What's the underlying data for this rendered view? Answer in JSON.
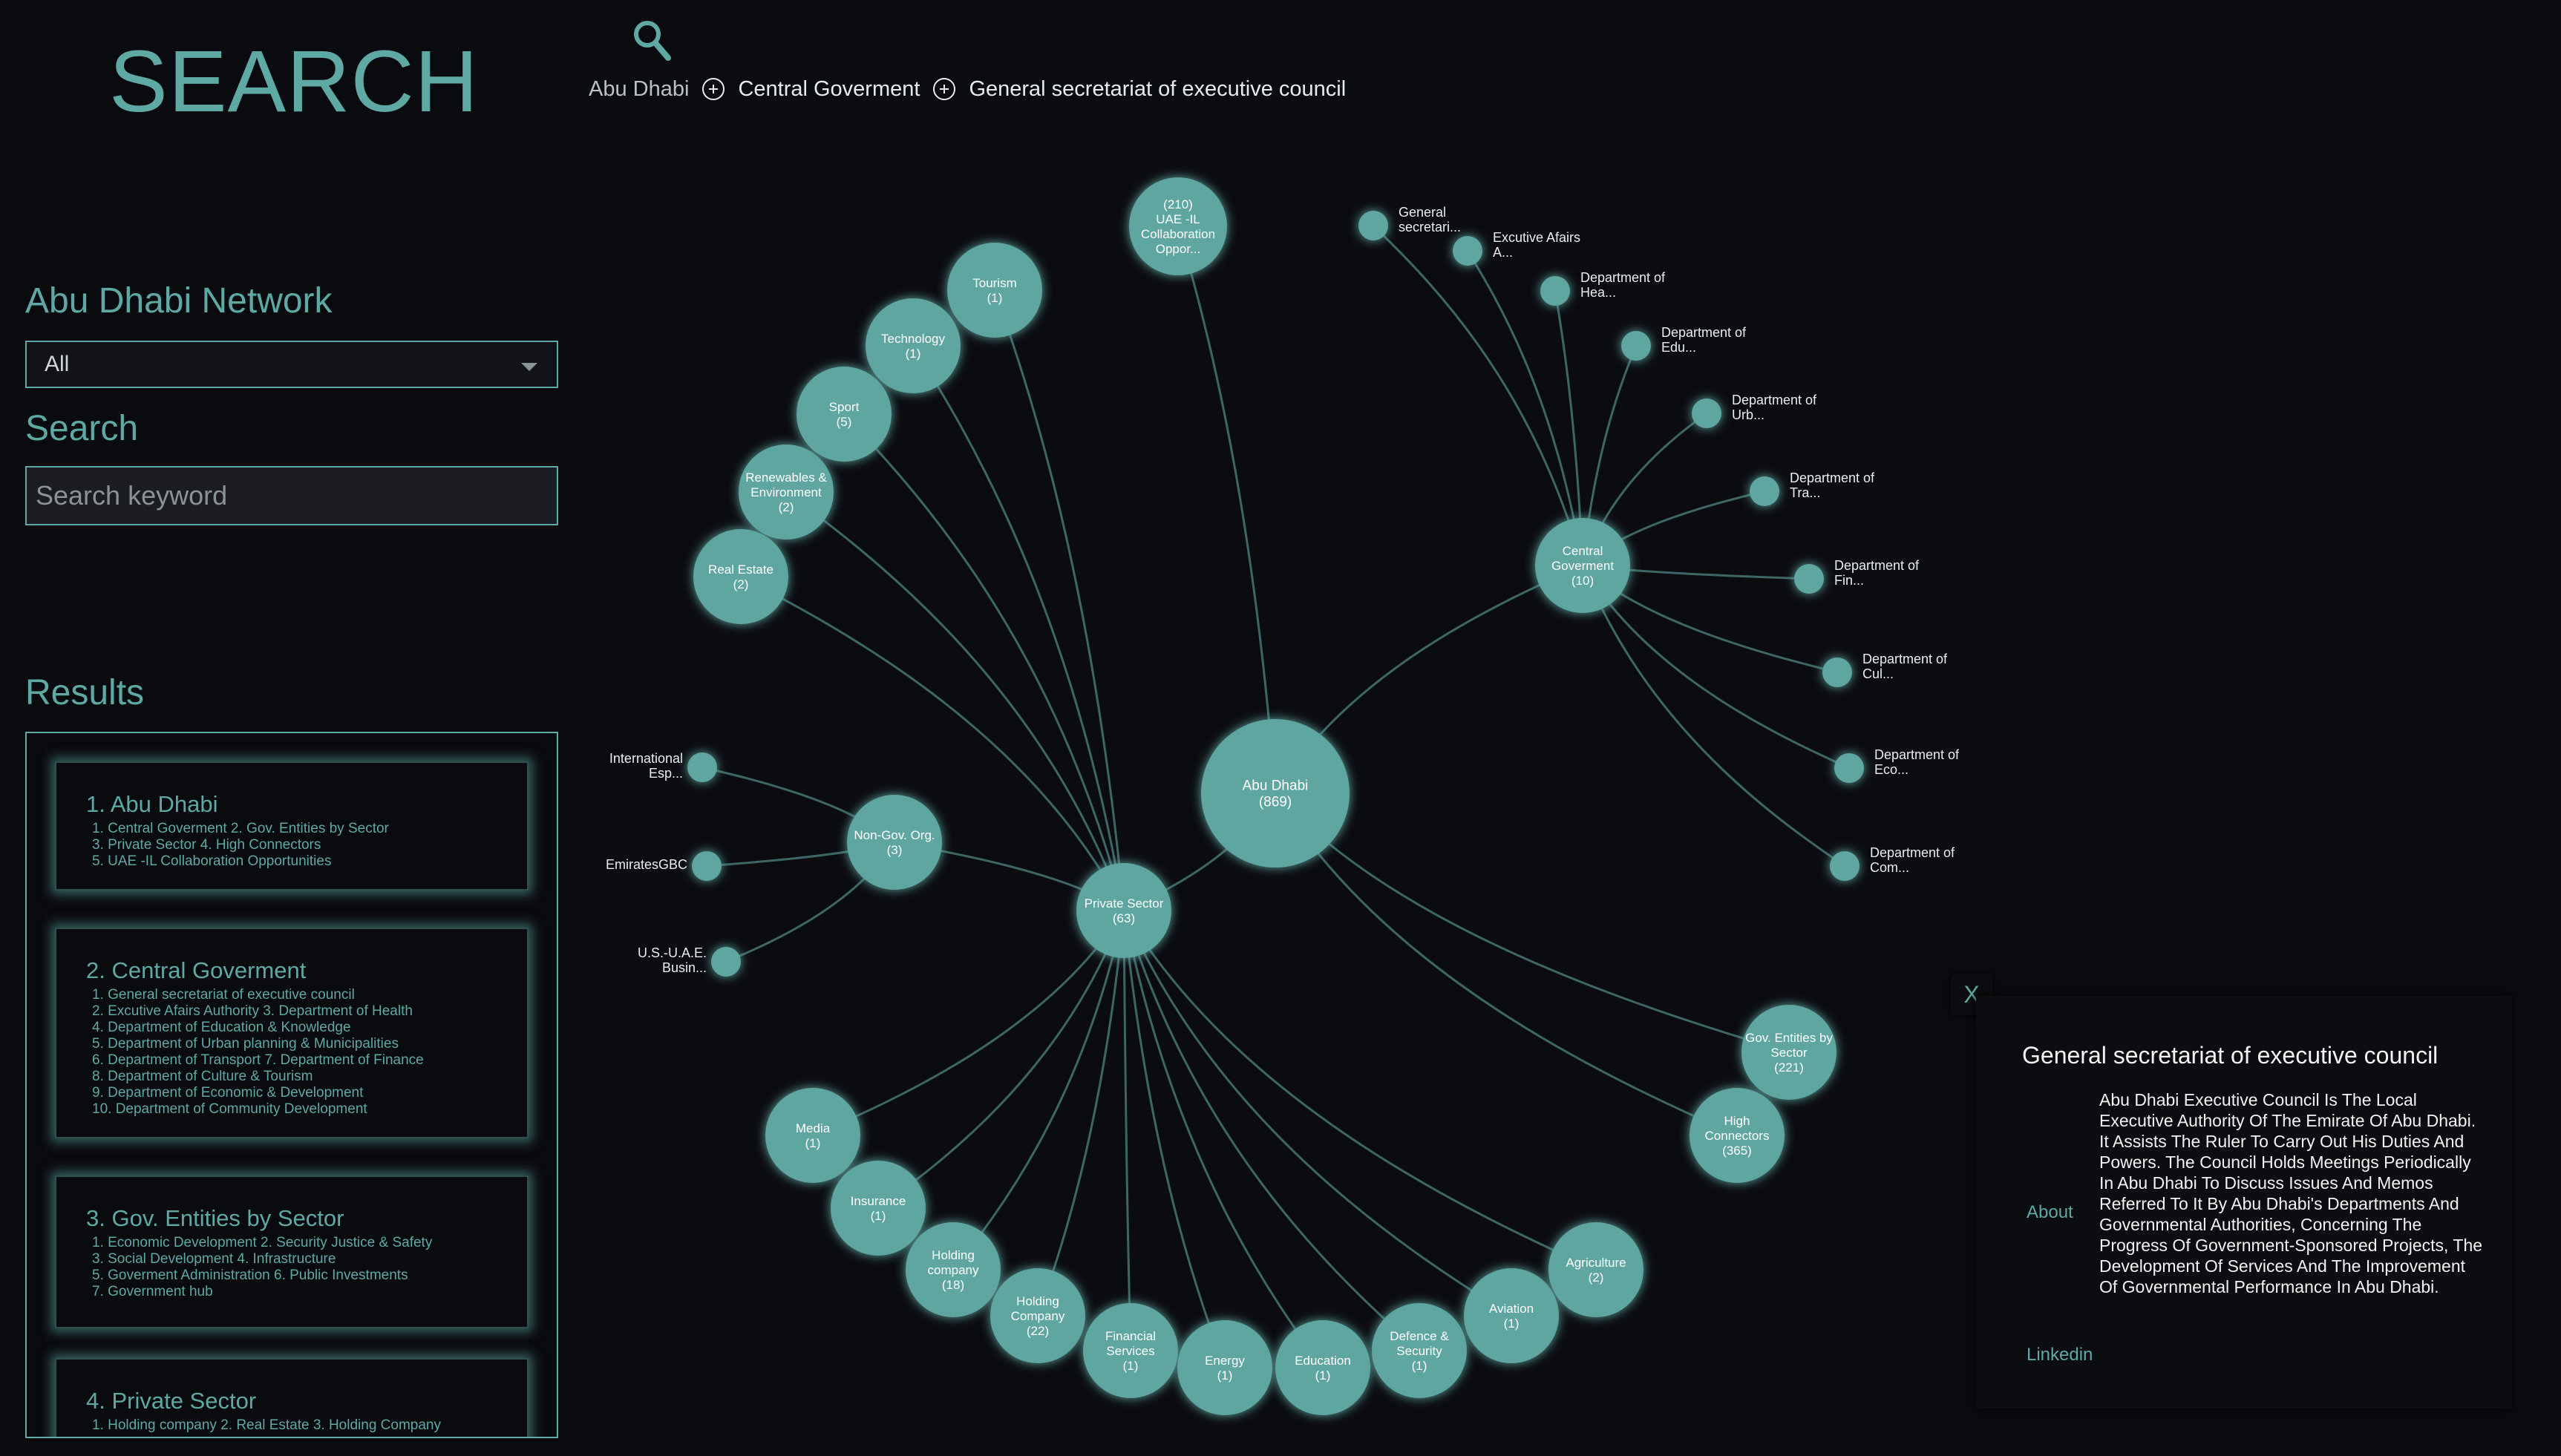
{
  "sidebar": {
    "title": "SEARCH",
    "network_heading": "Abu Dhabi Network",
    "network_select_value": "All",
    "search_heading": "Search",
    "search_placeholder": "Search keyword",
    "results_heading": "Results",
    "results": [
      {
        "title": "1. Abu Dhabi",
        "lines": [
          "1. Central Goverment  2. Gov. Entities by Sector",
          "3. Private Sector  4. High Connectors",
          "5. UAE -IL Collaboration Opportunities"
        ]
      },
      {
        "title": "2. Central Goverment",
        "lines": [
          "1. General secretariat of executive council",
          "2. Excutive Afairs Authority  3. Department of Health",
          "4. Department of Education & Knowledge",
          "5. Department of Urban planning & Municipalities",
          "6. Department of Transport  7. Department of Finance",
          "8. Department of Culture & Tourism",
          "9. Department of Economic & Development",
          "10. Department of Community Development"
        ]
      },
      {
        "title": "3. Gov. Entities by Sector",
        "lines": [
          "1. Economic Development  2. Security Justice & Safety",
          "3. Social Development  4. Infrastructure",
          "5. Goverment Administration  6. Public Investments",
          "7. Government hub"
        ]
      },
      {
        "title": "4. Private Sector",
        "lines": [
          "1. Holding company  2. Real Estate  3. Holding Company"
        ]
      }
    ]
  },
  "breadcrumb": [
    "Abu Dhabi",
    "Central Goverment",
    "General secretariat of executive council"
  ],
  "graph": {
    "colors": {
      "node": "#5fa5a0",
      "node_text": "#ffffff",
      "edge": "#3d6665",
      "label": "#e8eeee"
    },
    "nodes": [
      {
        "id": "abu-dhabi",
        "lines": [
          "Abu Dhabi",
          "(869)"
        ]
      },
      {
        "id": "uae-il",
        "lines": [
          "(210)",
          "UAE -IL",
          "Collaboration",
          "Oppor..."
        ]
      },
      {
        "id": "central-gov",
        "lines": [
          "Central",
          "Goverment",
          "(10)"
        ]
      },
      {
        "id": "private-sector",
        "lines": [
          "Private Sector",
          "(63)"
        ]
      },
      {
        "id": "gov-entities",
        "lines": [
          "Gov. Entities by",
          "Sector",
          "(221)"
        ]
      },
      {
        "id": "high-connectors",
        "lines": [
          "High",
          "Connectors",
          "(365)"
        ]
      },
      {
        "id": "tourism",
        "lines": [
          "Tourism",
          "(1)"
        ]
      },
      {
        "id": "technology",
        "lines": [
          "Technology",
          "(1)"
        ]
      },
      {
        "id": "sport",
        "lines": [
          "Sport",
          "(5)"
        ]
      },
      {
        "id": "renewables",
        "lines": [
          "Renewables &",
          "Environment",
          "(2)"
        ]
      },
      {
        "id": "real-estate",
        "lines": [
          "Real Estate",
          "(2)"
        ]
      },
      {
        "id": "non-gov",
        "lines": [
          "Non-Gov. Org.",
          "(3)"
        ]
      },
      {
        "id": "media",
        "lines": [
          "Media",
          "(1)"
        ]
      },
      {
        "id": "insurance",
        "lines": [
          "Insurance",
          "(1)"
        ]
      },
      {
        "id": "holding-company-18",
        "lines": [
          "Holding",
          "company",
          "(18)"
        ]
      },
      {
        "id": "holding-company-22",
        "lines": [
          "Holding",
          "Company",
          "(22)"
        ]
      },
      {
        "id": "financial-services",
        "lines": [
          "Financial",
          "Services",
          "(1)"
        ]
      },
      {
        "id": "energy",
        "lines": [
          "Energy",
          "(1)"
        ]
      },
      {
        "id": "education",
        "lines": [
          "Education",
          "(1)"
        ]
      },
      {
        "id": "defence",
        "lines": [
          "Defence &",
          "Security",
          "(1)"
        ]
      },
      {
        "id": "aviation",
        "lines": [
          "Aviation",
          "(1)"
        ]
      },
      {
        "id": "agriculture",
        "lines": [
          "Agriculture",
          "(2)"
        ]
      },
      {
        "id": "general-secretariat",
        "label": [
          "General",
          "secretari..."
        ]
      },
      {
        "id": "excutive-afairs",
        "label": [
          "Excutive Afairs",
          "A..."
        ]
      },
      {
        "id": "dept-health",
        "label": [
          "Department of",
          "Hea..."
        ]
      },
      {
        "id": "dept-education",
        "label": [
          "Department of",
          "Edu..."
        ]
      },
      {
        "id": "dept-urban",
        "label": [
          "Department of",
          "Urb..."
        ]
      },
      {
        "id": "dept-transport",
        "label": [
          "Department of",
          "Tra..."
        ]
      },
      {
        "id": "dept-finance",
        "label": [
          "Department of",
          "Fin..."
        ]
      },
      {
        "id": "dept-culture",
        "label": [
          "Department of",
          "Cul..."
        ]
      },
      {
        "id": "dept-economic",
        "label": [
          "Department of",
          "Eco..."
        ]
      },
      {
        "id": "dept-community",
        "label": [
          "Department of",
          "Com..."
        ]
      },
      {
        "id": "international-esp",
        "label": [
          "International",
          "Esp..."
        ]
      },
      {
        "id": "emirates-gbc",
        "label": [
          "EmiratesGBC"
        ]
      },
      {
        "id": "us-uae",
        "label": [
          "U.S.-U.A.E.",
          "Busin..."
        ]
      }
    ],
    "edges": [
      [
        "abu-dhabi",
        "uae-il"
      ],
      [
        "abu-dhabi",
        "central-gov"
      ],
      [
        "abu-dhabi",
        "private-sector"
      ],
      [
        "abu-dhabi",
        "gov-entities"
      ],
      [
        "abu-dhabi",
        "high-connectors"
      ],
      [
        "central-gov",
        "general-secretariat"
      ],
      [
        "central-gov",
        "excutive-afairs"
      ],
      [
        "central-gov",
        "dept-health"
      ],
      [
        "central-gov",
        "dept-education"
      ],
      [
        "central-gov",
        "dept-urban"
      ],
      [
        "central-gov",
        "dept-transport"
      ],
      [
        "central-gov",
        "dept-finance"
      ],
      [
        "central-gov",
        "dept-culture"
      ],
      [
        "central-gov",
        "dept-economic"
      ],
      [
        "central-gov",
        "dept-community"
      ],
      [
        "private-sector",
        "tourism"
      ],
      [
        "private-sector",
        "technology"
      ],
      [
        "private-sector",
        "sport"
      ],
      [
        "private-sector",
        "renewables"
      ],
      [
        "private-sector",
        "real-estate"
      ],
      [
        "private-sector",
        "non-gov"
      ],
      [
        "private-sector",
        "media"
      ],
      [
        "private-sector",
        "insurance"
      ],
      [
        "private-sector",
        "holding-company-18"
      ],
      [
        "private-sector",
        "holding-company-22"
      ],
      [
        "private-sector",
        "financial-services"
      ],
      [
        "private-sector",
        "energy"
      ],
      [
        "private-sector",
        "education"
      ],
      [
        "private-sector",
        "defence"
      ],
      [
        "private-sector",
        "aviation"
      ],
      [
        "private-sector",
        "agriculture"
      ],
      [
        "non-gov",
        "international-esp"
      ],
      [
        "non-gov",
        "emirates-gbc"
      ],
      [
        "non-gov",
        "us-uae"
      ]
    ]
  },
  "info_panel": {
    "close_label": "X",
    "title": "General secretariat of executive council",
    "about_label": "About",
    "about_text": "Abu Dhabi Executive Council Is The Local Executive Authority Of The Emirate Of Abu Dhabi. It Assists The Ruler To Carry Out His Duties And Powers. The Council Holds Meetings Periodically In Abu Dhabi To Discuss Issues And Memos Referred To It By Abu Dhabi's Departments And Governmental Authorities, Concerning The Progress Of Government-Sponsored Projects, The Development Of Services And The Improvement Of Governmental Performance In Abu Dhabi.",
    "linkedin_label": "Linkedin"
  }
}
